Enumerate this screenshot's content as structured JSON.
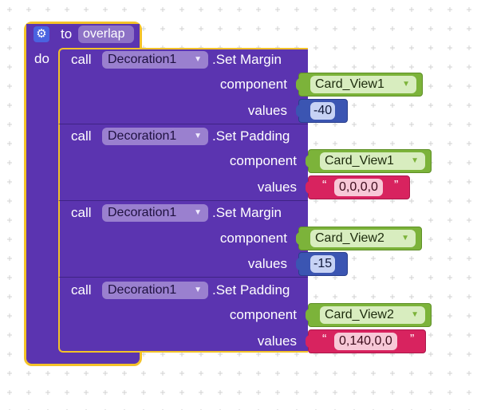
{
  "procedure": {
    "keyword": "to",
    "name": "overlap",
    "do_label": "do",
    "gear_icon": "gear-icon",
    "colors": {
      "block": "#5b34b0",
      "border": "#f3c228"
    }
  },
  "calls": [
    {
      "call_label": "call",
      "component": "Decoration1",
      "method": ".Set Margin",
      "param1_label": "component",
      "param1_value": "Card_View1",
      "param2_label": "values",
      "param2_value": "-40",
      "param2_type": "number"
    },
    {
      "call_label": "call",
      "component": "Decoration1",
      "method": ".Set Padding",
      "param1_label": "component",
      "param1_value": "Card_View1",
      "param2_label": "values",
      "param2_value": "0,0,0,0",
      "param2_type": "text"
    },
    {
      "call_label": "call",
      "component": "Decoration1",
      "method": ".Set Margin",
      "param1_label": "component",
      "param1_value": "Card_View2",
      "param2_label": "values",
      "param2_value": "-15",
      "param2_type": "number"
    },
    {
      "call_label": "call",
      "component": "Decoration1",
      "method": ".Set Padding",
      "param1_label": "component",
      "param1_value": "Card_View2",
      "param2_label": "values",
      "param2_value": "0,140,0,0",
      "param2_type": "text"
    }
  ],
  "text_quote": "“",
  "text_quote_close": "”",
  "colors": {
    "component_block": "#7cb33a",
    "number_block": "#3b55b2",
    "text_block": "#d8235f",
    "grid": "#cfcfcf"
  }
}
